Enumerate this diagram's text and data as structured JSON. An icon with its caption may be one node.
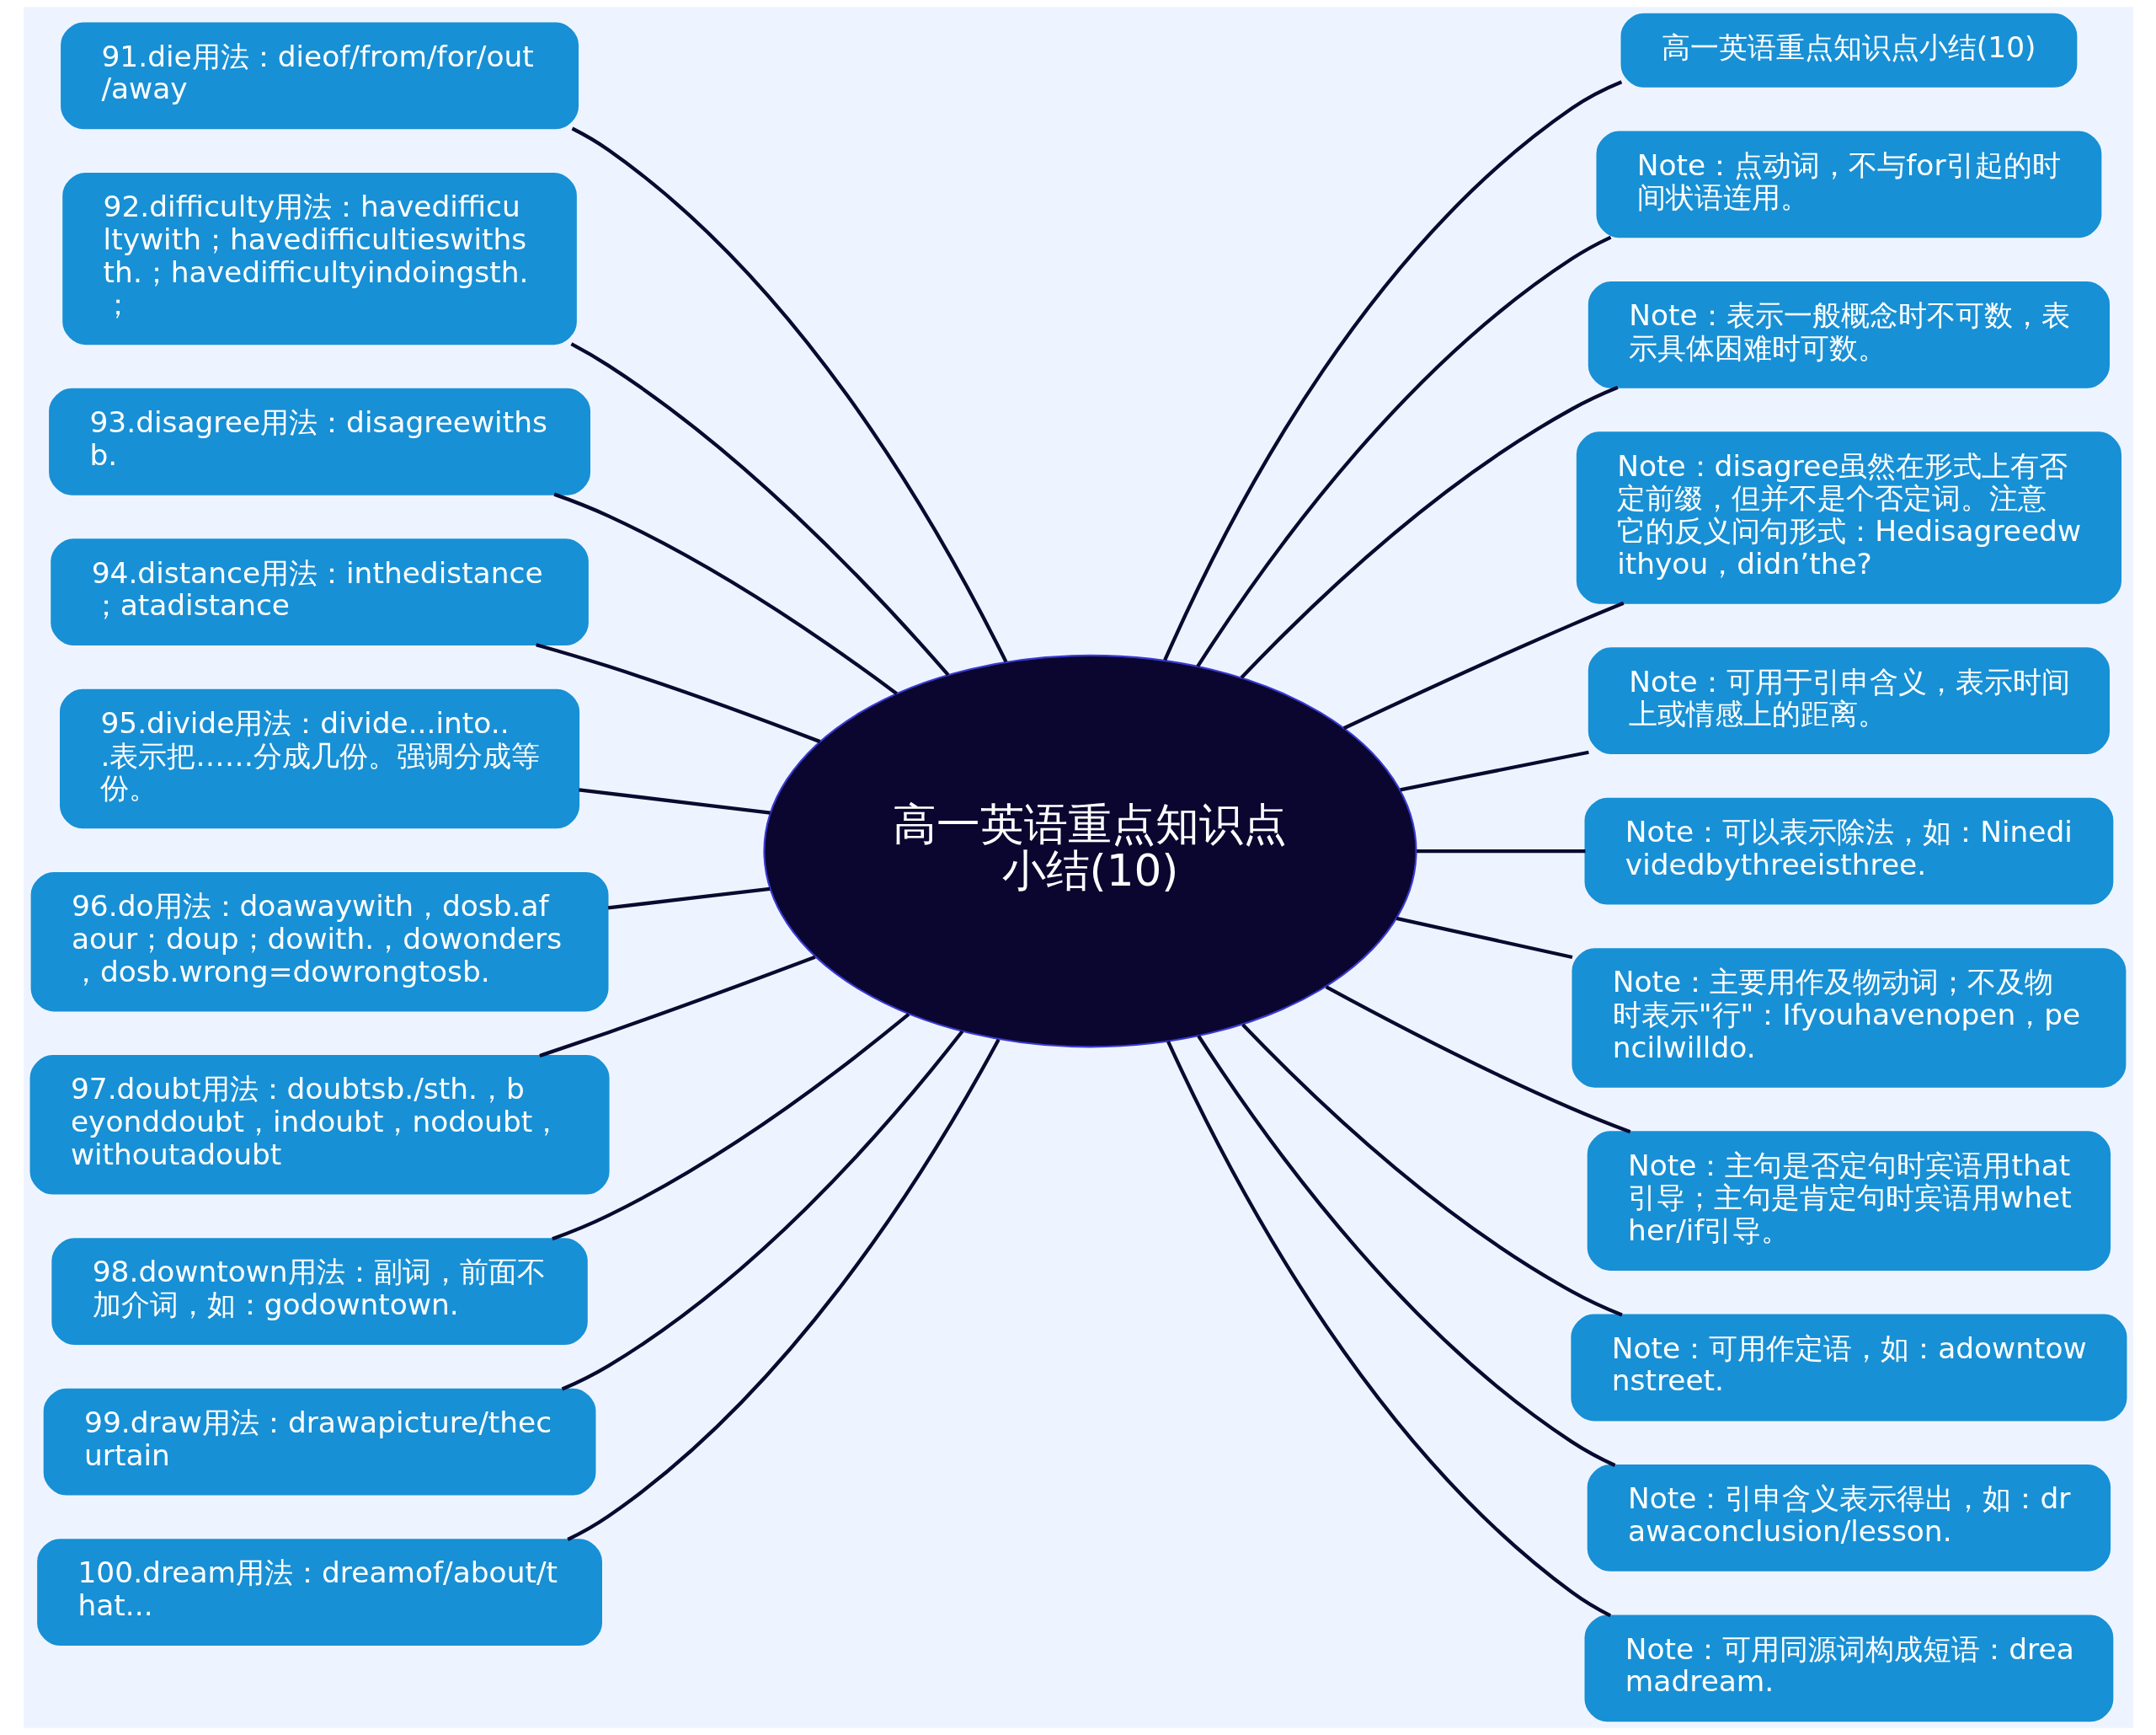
{
  "diagram": {
    "nodes": [
      {
        "text": [
          "高一英语重点知识点小结(10)"
        ]
      },
      {
        "text": [
          "91.die用法：dieof/from/for/out/away"
        ]
      },
      {
        "text": [
          "92.difficulty用法：havedifficultywith；havedifficultieswithsth.；havedifficultyindoingsth.；"
        ]
      },
      {
        "text": [
          "93.disagree用法：disagreewithsb."
        ]
      },
      {
        "text": [
          "94.distance用法：inthedistance；atadistance"
        ]
      },
      {
        "text": [
          "95.divide用法：divide...into...表示把……分成几份。强调分成等份。"
        ]
      },
      {
        "text": [
          "96.do用法：doawaywith，dosb.afaour；doup；dowith.，dowonders，dosb.wrong=dowrongtosb."
        ]
      },
      {
        "text": [
          "97.doubt用法：doubtsb./sth.，beyonddoubt，indoubt，nodoubt，withoutadoubt"
        ]
      },
      {
        "text": [
          "98.downtown用法：副词，前面不加介词，如：godowntown."
        ]
      },
      {
        "text": [
          "99.draw用法：drawapicture/thecurtain"
        ]
      },
      {
        "text": [
          "100.dream用法：dreamof/about/that..."
        ]
      },
      {
        "text": [
          "高一英语重点知识点小结(10)"
        ]
      },
      {
        "text": [
          "Note：点动词，不与for引起的时间状语连用。"
        ]
      },
      {
        "text": [
          "Note：表示一般概念时不可数，表示具体困难时可数。"
        ]
      },
      {
        "text": [
          "Note：disagree虽然在形式上有否定前缀，但并不是个否定词。注意它的反义问句形式：Hedisagreedwithyou，didn’the?"
        ]
      },
      {
        "text": [
          "Note：可用于引申含义，表示时间上或情感上的距离。"
        ]
      },
      {
        "text": [
          "Note：可以表示除法，如：Ninedividedbythreeisthree."
        ]
      },
      {
        "text": [
          "Note：主要用作及物动词；不及物时表示\"行\"：Ifyouhavenopen，pencilwilldo."
        ]
      },
      {
        "text": [
          "Note：主句是否定句时宾语用that引导；主句是肯定句时宾语用whether/if引导。"
        ]
      },
      {
        "text": [
          "Note：可用作定语，如：adowntownstreet."
        ]
      },
      {
        "text": [
          "Note：引申含义表示得出，如：drawaconclusion/lesson."
        ]
      },
      {
        "text": [
          "Note：可用同源词构成短语：dreamadream."
        ]
      }
    ],
    "edges": [
      {
        "from": 0,
        "to": 1,
        "arrow": "none"
      },
      {
        "from": 0,
        "to": 2,
        "arrow": "none"
      },
      {
        "from": 0,
        "to": 3,
        "arrow": "none"
      },
      {
        "from": 0,
        "to": 4,
        "arrow": "none"
      },
      {
        "from": 0,
        "to": 5,
        "arrow": "none"
      },
      {
        "from": 0,
        "to": 6,
        "arrow": "none"
      },
      {
        "from": 0,
        "to": 7,
        "arrow": "none"
      },
      {
        "from": 0,
        "to": 8,
        "arrow": "none"
      },
      {
        "from": 0,
        "to": 9,
        "arrow": "none"
      },
      {
        "from": 0,
        "to": 10,
        "arrow": "none"
      },
      {
        "from": 0,
        "to": 11,
        "arrow": "none"
      },
      {
        "from": 0,
        "to": 12,
        "arrow": "none"
      },
      {
        "from": 0,
        "to": 13,
        "arrow": "none"
      },
      {
        "from": 0,
        "to": 14,
        "arrow": "none"
      },
      {
        "from": 0,
        "to": 15,
        "arrow": "none"
      },
      {
        "from": 0,
        "to": 16,
        "arrow": "none"
      },
      {
        "from": 0,
        "to": 17,
        "arrow": "none"
      },
      {
        "from": 0,
        "to": 18,
        "arrow": "none"
      },
      {
        "from": 0,
        "to": 19,
        "arrow": "none"
      },
      {
        "from": 0,
        "to": 20,
        "arrow": "none"
      },
      {
        "from": 0,
        "to": 21,
        "arrow": "none"
      }
    ]
  }
}
